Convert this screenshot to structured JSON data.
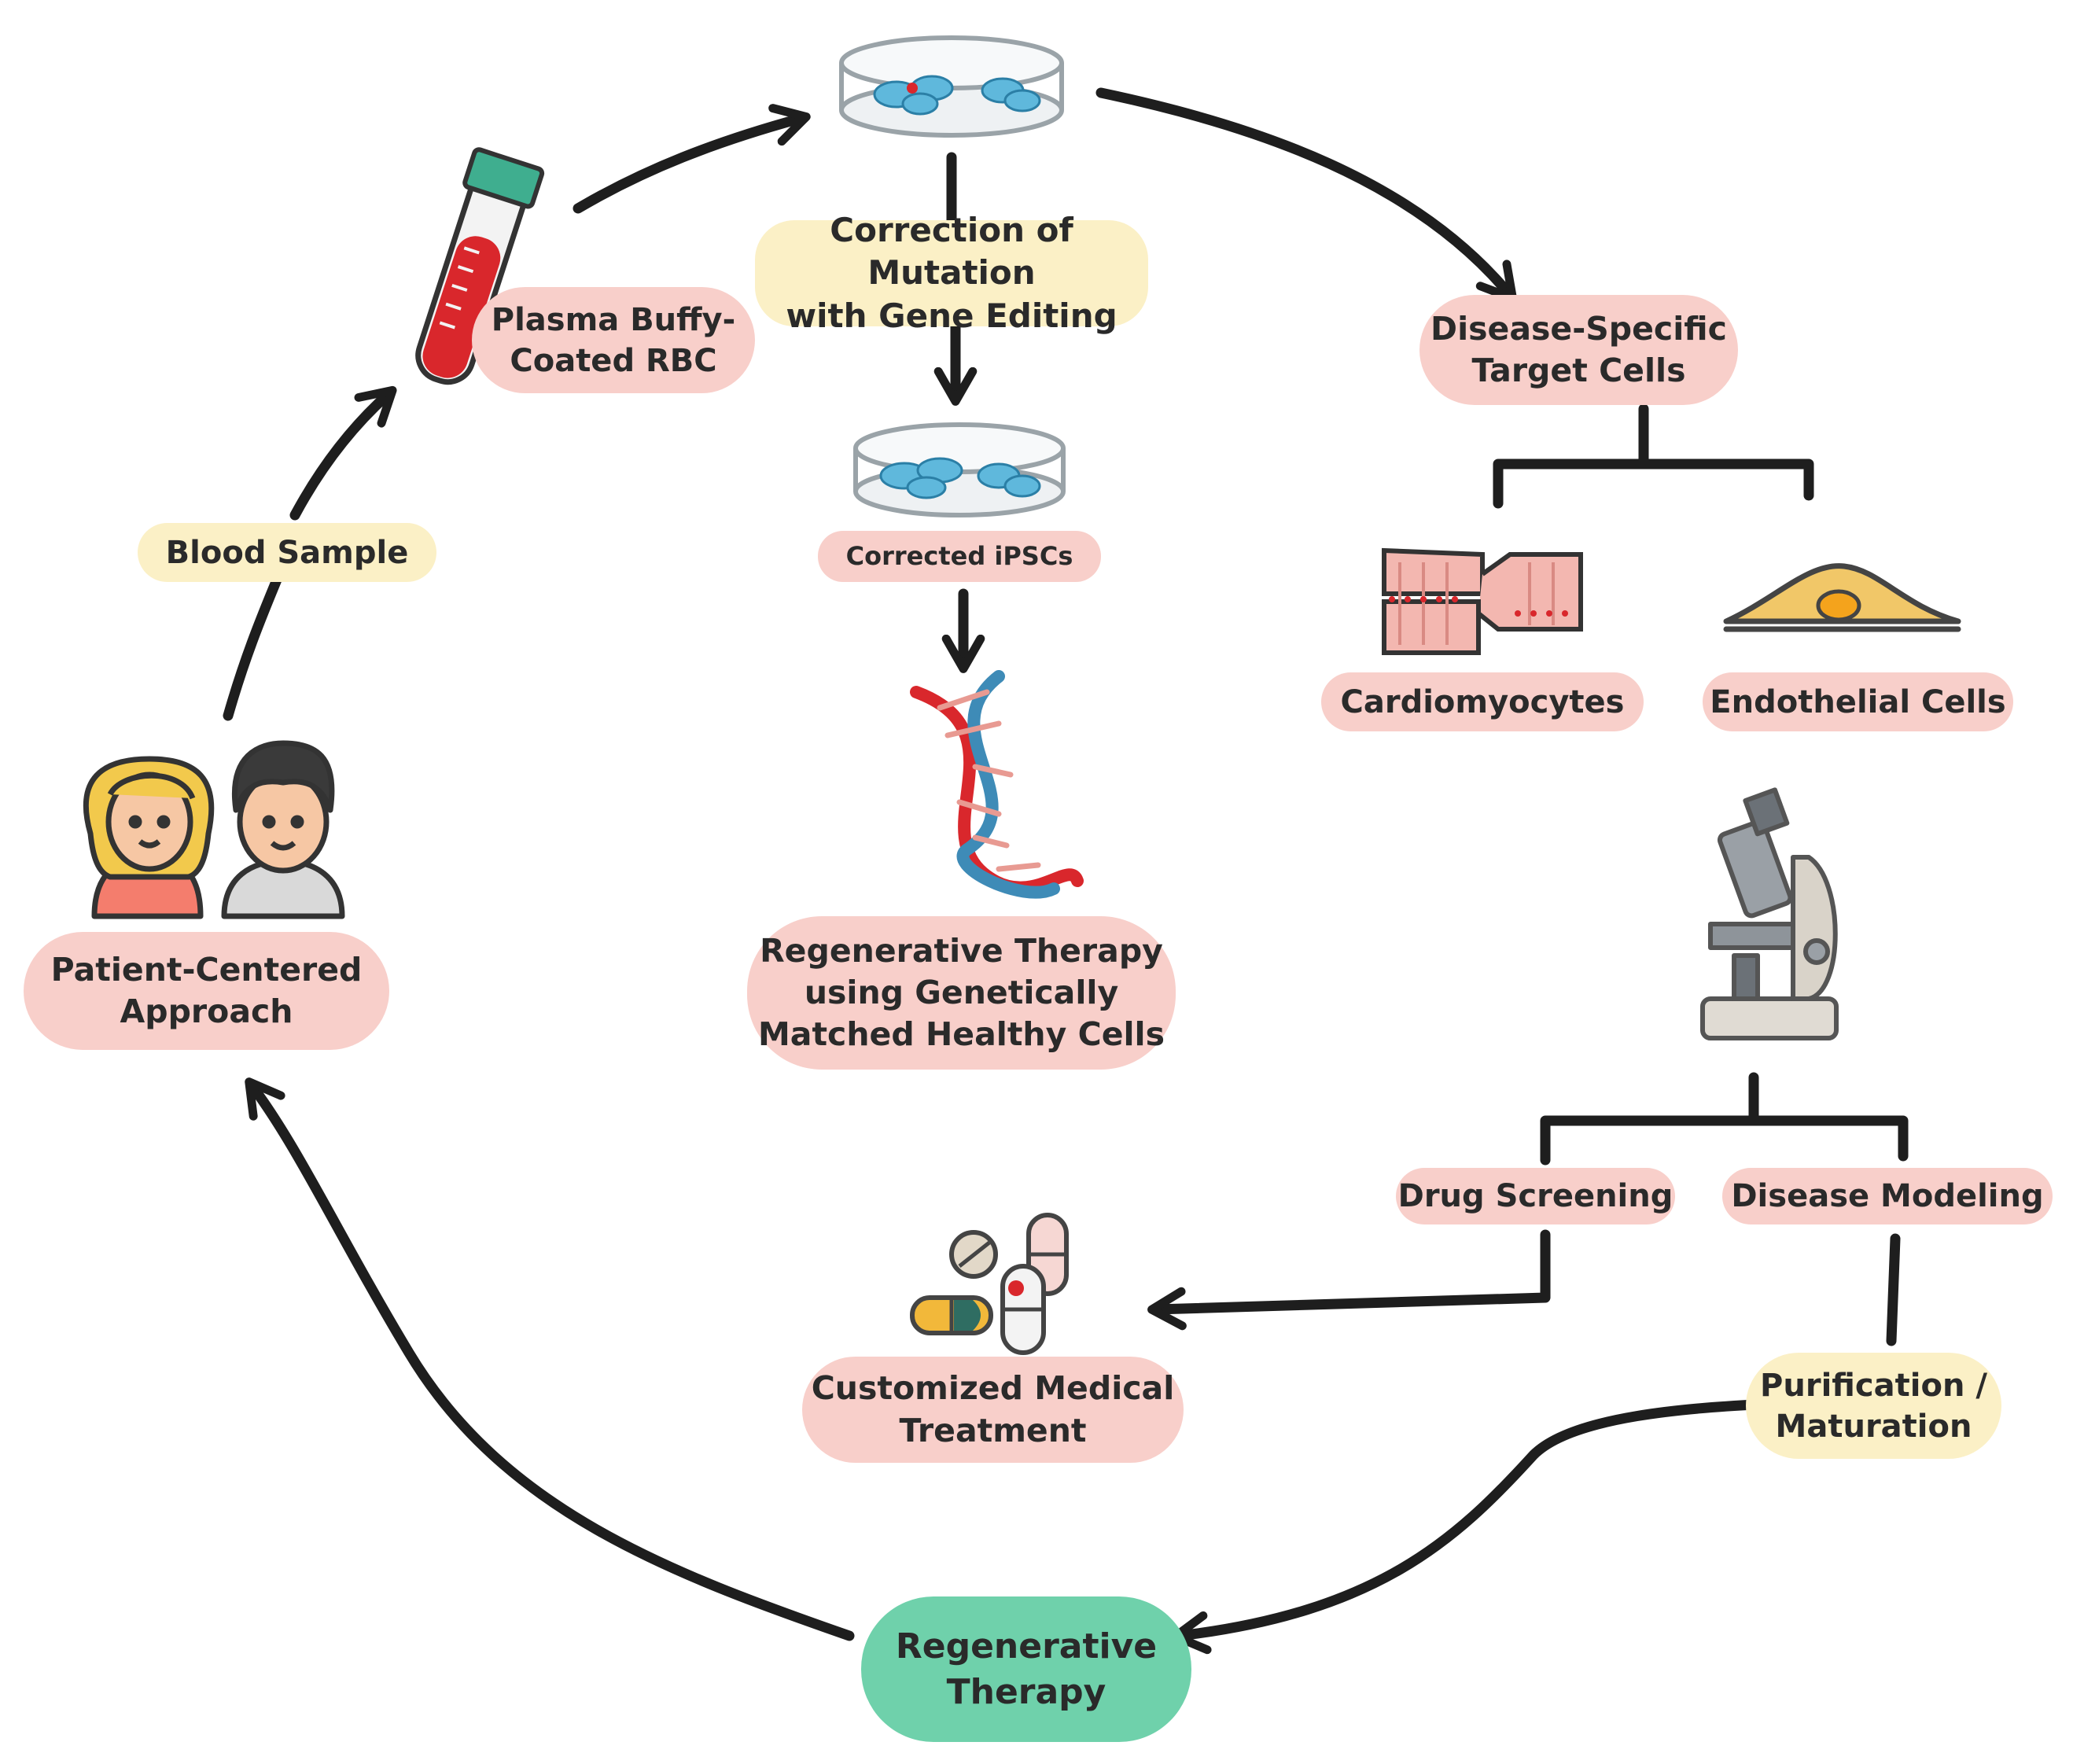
{
  "labels": {
    "plasma": "Plasma Buffy-\nCoated RBC",
    "correction": "Correction of Mutation\nwith Gene Editing",
    "disease_target": "Disease-Specific\nTarget Cells",
    "blood_sample": "Blood Sample",
    "corrected_ipscs": "Corrected iPSCs",
    "cardiomyocytes": "Cardiomyocytes",
    "endothelial": "Endothelial Cells",
    "regen_matched": "Regenerative Therapy\nusing Genetically\nMatched Healthy Cells",
    "patient": "Patient-Centered\nApproach",
    "drug_screening": "Drug Screening",
    "disease_modeling": "Disease Modeling",
    "customized": "Customized Medical\nTreatment",
    "purification": "Purification /\nMaturation",
    "regen_therapy": "Regenerative\nTherapy"
  },
  "icons": {
    "blood_tube": "blood-tube-icon",
    "petri_dish": "petri-dish-icon",
    "corrected_dish": "corrected-petri-dish-icon",
    "dna": "dna-helix-icon",
    "cardiomyocyte": "cardiomyocyte-icon",
    "endothelial": "endothelial-cell-icon",
    "microscope": "microscope-icon",
    "pills": "pills-icon",
    "patients": "patients-icon"
  },
  "colors": {
    "pink_label": "#f8cfca",
    "yellow_label": "#fbf0c6",
    "green_label": "#6fd1ab",
    "arrow": "#1e1e1e",
    "cell_blue": "#5fb8dc",
    "blood_red": "#d9272c"
  }
}
